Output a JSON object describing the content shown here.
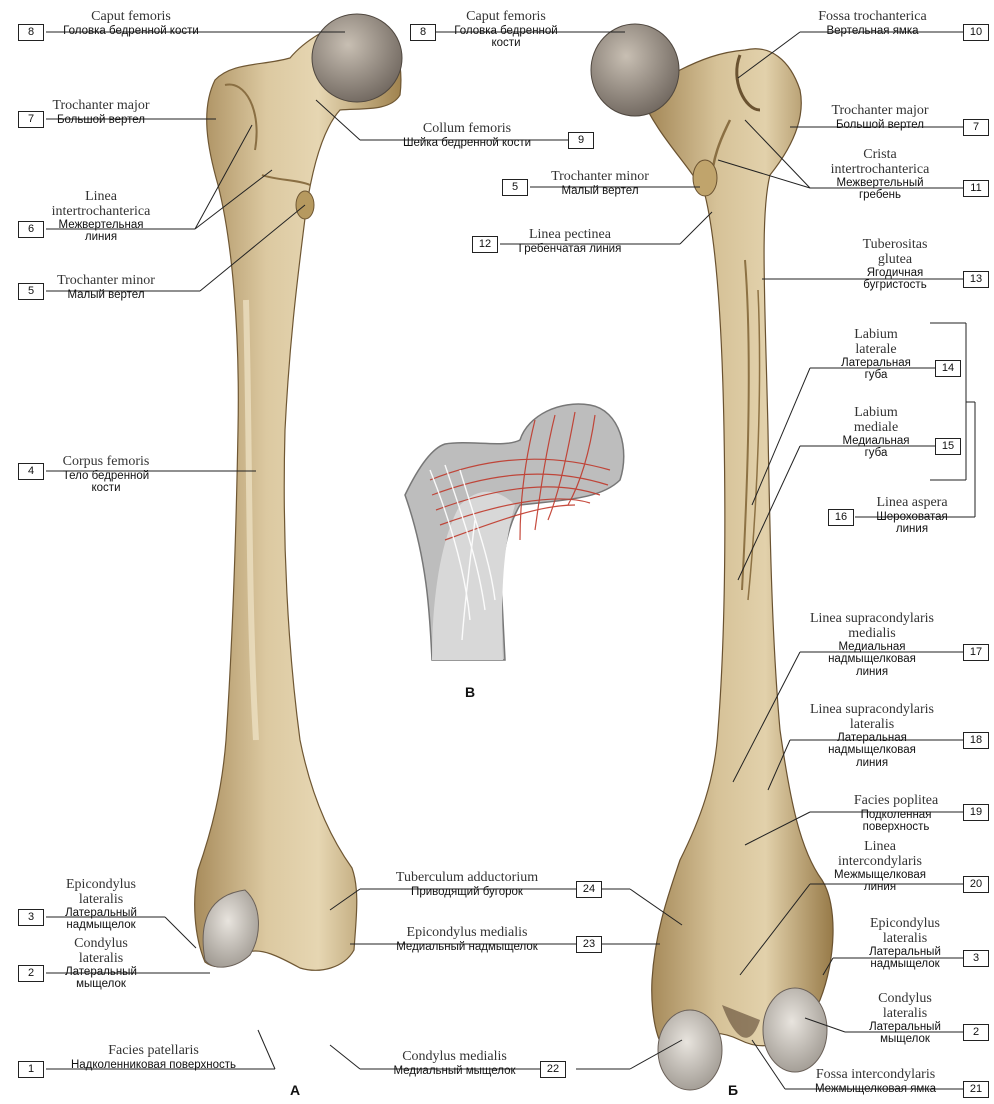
{
  "plates": {
    "a": "А",
    "b": "Б",
    "c": "В"
  },
  "labels": [
    {
      "id": "l8a",
      "num": "8",
      "lat": [
        "Caput femoris"
      ],
      "ru": [
        "Головка бедренной кости"
      ]
    },
    {
      "id": "l7a",
      "num": "7",
      "lat": [
        "Trochanter major"
      ],
      "ru": [
        "Большой вертел"
      ]
    },
    {
      "id": "l6a",
      "num": "6",
      "lat": [
        "Linea",
        "intertrochanterica"
      ],
      "ru": [
        "Межвертельная",
        "линия"
      ]
    },
    {
      "id": "l5a",
      "num": "5",
      "lat": [
        "Trochanter minor"
      ],
      "ru": [
        "Малый вертел"
      ]
    },
    {
      "id": "l4a",
      "num": "4",
      "lat": [
        "Corpus femoris"
      ],
      "ru": [
        "Тело бедренной",
        "кости"
      ]
    },
    {
      "id": "l3a",
      "num": "3",
      "lat": [
        "Epicondylus",
        "lateralis"
      ],
      "ru": [
        "Латеральный",
        "надмыщелок"
      ]
    },
    {
      "id": "l2a",
      "num": "2",
      "lat": [
        "Condylus",
        "lateralis"
      ],
      "ru": [
        "Латеральный",
        "мыщелок"
      ]
    },
    {
      "id": "l1a",
      "num": "1",
      "lat": [
        "Facies patellaris"
      ],
      "ru": [
        "Надколенниковая поверхность"
      ]
    },
    {
      "id": "l9",
      "num": "9",
      "lat": [
        "Collum femoris"
      ],
      "ru": [
        "Шейка бедренной кости"
      ]
    },
    {
      "id": "l24",
      "num": "24",
      "lat": [
        "Tuberculum adductorium"
      ],
      "ru": [
        "Приводящий бугорок"
      ]
    },
    {
      "id": "l23",
      "num": "23",
      "lat": [
        "Epicondylus medialis"
      ],
      "ru": [
        "Медиальный надмыщелок"
      ]
    },
    {
      "id": "l22",
      "num": "22",
      "lat": [
        "Condylus medialis"
      ],
      "ru": [
        "Медиальный мыщелок"
      ]
    },
    {
      "id": "l8b",
      "num": "8",
      "lat": [
        "Caput femoris"
      ],
      "ru": [
        "Головка бедренной",
        "кости"
      ]
    },
    {
      "id": "l5b",
      "num": "5",
      "lat": [
        "Trochanter minor"
      ],
      "ru": [
        "Малый вертел"
      ]
    },
    {
      "id": "l12",
      "num": "12",
      "lat": [
        "Linea pectinea"
      ],
      "ru": [
        "Гребенчатая линия"
      ]
    },
    {
      "id": "l10",
      "num": "10",
      "lat": [
        "Fossa trochanterica"
      ],
      "ru": [
        "Вертельная ямка"
      ]
    },
    {
      "id": "l7b",
      "num": "7",
      "lat": [
        "Trochanter major"
      ],
      "ru": [
        "Большой вертел"
      ]
    },
    {
      "id": "l11",
      "num": "11",
      "lat": [
        "Crista",
        "intertrochanterica"
      ],
      "ru": [
        "Межвертельный",
        "гребень"
      ]
    },
    {
      "id": "l13",
      "num": "13",
      "lat": [
        "Tuberositas",
        "glutea"
      ],
      "ru": [
        "Ягодичная",
        "бугристость"
      ]
    },
    {
      "id": "l14",
      "num": "14",
      "lat": [
        "Labium",
        "laterale"
      ],
      "ru": [
        "Латеральная",
        "губа"
      ]
    },
    {
      "id": "l15",
      "num": "15",
      "lat": [
        "Labium",
        "mediale"
      ],
      "ru": [
        "Медиальная",
        "губа"
      ]
    },
    {
      "id": "l16",
      "num": "16",
      "lat": [
        "Linea aspera"
      ],
      "ru": [
        "Шероховатая",
        "линия"
      ]
    },
    {
      "id": "l17",
      "num": "17",
      "lat": [
        "Linea supracondylaris",
        "medialis"
      ],
      "ru": [
        "Медиальная",
        "надмыщелковая",
        "линия"
      ]
    },
    {
      "id": "l18",
      "num": "18",
      "lat": [
        "Linea supracondylaris",
        "lateralis"
      ],
      "ru": [
        "Латеральная",
        "надмыщелковая",
        "линия"
      ]
    },
    {
      "id": "l19",
      "num": "19",
      "lat": [
        "Facies poplitea"
      ],
      "ru": [
        "Подколенная",
        "поверхность"
      ]
    },
    {
      "id": "l20",
      "num": "20",
      "lat": [
        "Linea",
        "intercondylaris"
      ],
      "ru": [
        "Межмыщелковая",
        "линия"
      ]
    },
    {
      "id": "l3b",
      "num": "3",
      "lat": [
        "Epicondylus",
        "lateralis"
      ],
      "ru": [
        "Латеральный",
        "надмыщелок"
      ]
    },
    {
      "id": "l2b",
      "num": "2",
      "lat": [
        "Condylus",
        "lateralis"
      ],
      "ru": [
        "Латеральный",
        "мыщелок"
      ]
    },
    {
      "id": "l21",
      "num": "21",
      "lat": [
        "Fossa intercondylaris"
      ],
      "ru": [
        "Межмыщелковая ямка"
      ]
    }
  ]
}
